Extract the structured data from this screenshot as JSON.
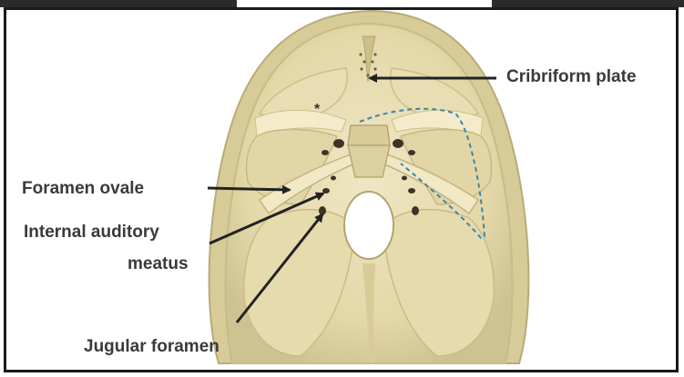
{
  "labels": {
    "cribriform_plate": "Cribriform plate",
    "foramen_ovale": "Foramen ovale",
    "internal_auditory_line1": "Internal  auditory",
    "internal_auditory_line2": "meatus",
    "jugular_foramen": "Jugular foramen",
    "asterisk": "*"
  },
  "colors": {
    "bone_fill": "#e9dfb6",
    "bone_shadow": "#c9bd8a",
    "bone_rim": "#f4eccd",
    "label_text": "#3a3a3a",
    "arrow": "#222222",
    "dashed_outline": "#3a86a8"
  }
}
